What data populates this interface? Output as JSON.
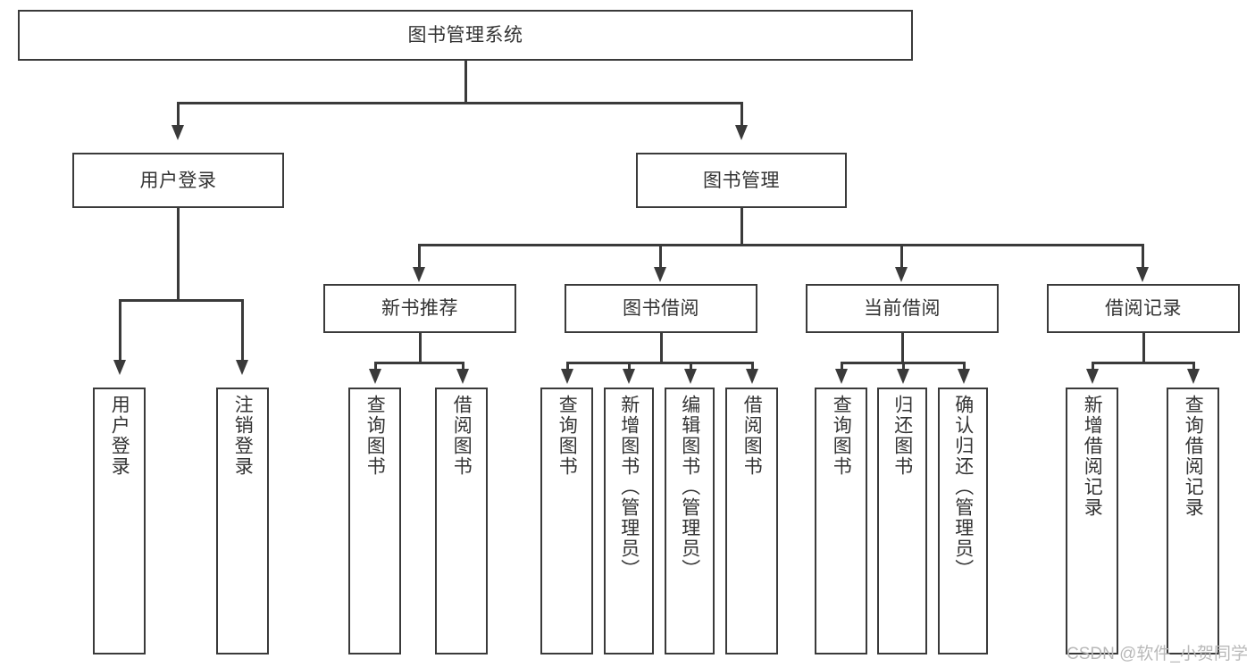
{
  "diagram": {
    "title": "图书管理系统",
    "type": "tree",
    "watermark": "CSDN @软件_小贺同学",
    "line_color": "#3a3a3a",
    "text_color": "#333333",
    "background": "#ffffff",
    "root": {
      "label": "图书管理系统"
    },
    "level1": [
      {
        "label": "用户登录"
      },
      {
        "label": "图书管理"
      }
    ],
    "level2": [
      {
        "label": "新书推荐"
      },
      {
        "label": "图书借阅"
      },
      {
        "label": "当前借阅"
      },
      {
        "label": "借阅记录"
      }
    ],
    "leaves": {
      "user_login": [
        {
          "label": "用户登录"
        },
        {
          "label": "注销登录"
        }
      ],
      "new_book_recommend": [
        {
          "label": "查询图书"
        },
        {
          "label": "借阅图书"
        }
      ],
      "book_borrow": [
        {
          "label": "查询图书"
        },
        {
          "label": "新增图书（管理员）"
        },
        {
          "label": "编辑图书（管理员）"
        },
        {
          "label": "借阅图书"
        }
      ],
      "current_borrow": [
        {
          "label": "查询图书"
        },
        {
          "label": "归还图书"
        },
        {
          "label": "确认归还（管理员）"
        }
      ],
      "borrow_record": [
        {
          "label": "新增借阅记录"
        },
        {
          "label": "查询借阅记录"
        }
      ]
    }
  }
}
